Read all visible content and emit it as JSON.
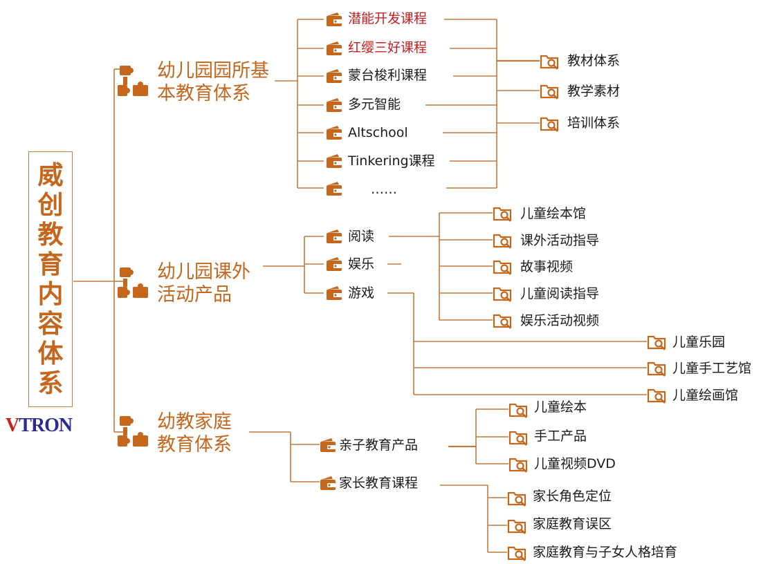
{
  "root": {
    "chars": [
      "威",
      "创",
      "教",
      "育",
      "内",
      "容",
      "体",
      "系"
    ]
  },
  "brand": {
    "first": "V",
    "rest": "TRON"
  },
  "categories": [
    {
      "line1": "幼儿园园所基",
      "line2": "本教育体系"
    },
    {
      "line1": "幼儿园课外",
      "line2": "活动产品"
    },
    {
      "line1": "幼教家庭",
      "line2": "教育体系"
    }
  ],
  "courses": [
    "潜能开发课程",
    "红缨三好课程",
    "蒙台梭利课程",
    "多元智能",
    "Altschool",
    "Tinkering课程",
    "……"
  ],
  "course_leaves": [
    "教材体系",
    "教学素材",
    "培训体系"
  ],
  "activities": [
    "阅读",
    "娱乐",
    "游戏"
  ],
  "activity_leaves": [
    "儿童绘本馆",
    "课外活动指导",
    "故事视频",
    "儿童阅读指导",
    "娱乐活动视频"
  ],
  "game_leaves": [
    "儿童乐园",
    "儿童手工艺馆",
    "儿童绘画馆"
  ],
  "family": [
    "亲子教育产品",
    "家长教育课程"
  ],
  "family_leaves_1": [
    "儿童绘本",
    "手工产品",
    "儿童视频DVD"
  ],
  "family_leaves_2": [
    "家长角色定位",
    "家庭教育误区",
    "家庭教育与子女人格培育"
  ],
  "colors": {
    "accent": "#c4661c",
    "line": "#c07a3e",
    "highlight": "#c41e1e",
    "brand_red": "#c9201c",
    "brand_blue": "#2b2b8f"
  }
}
